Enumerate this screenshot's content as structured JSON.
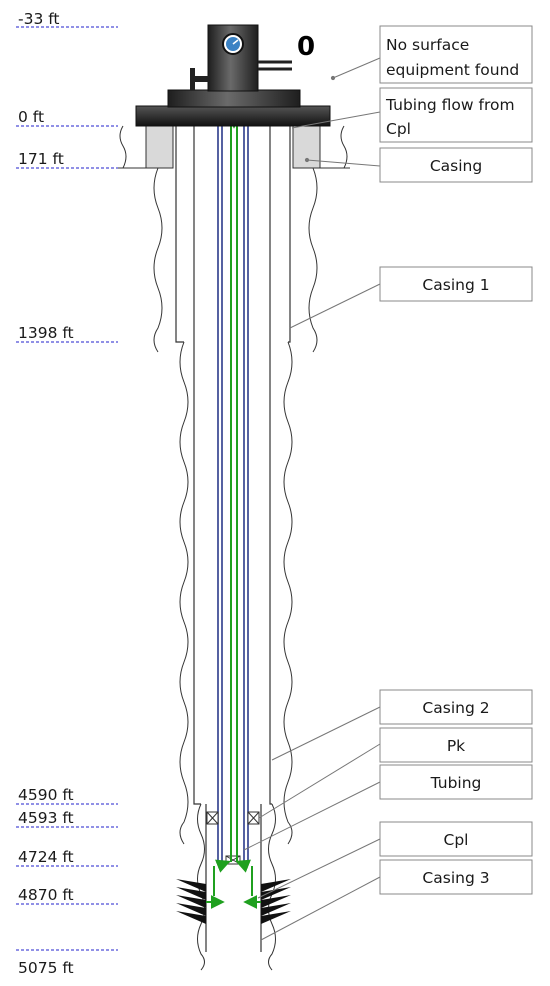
{
  "depth_labels": [
    {
      "depth_ft": -33,
      "label": "-33 ft"
    },
    {
      "depth_ft": 0,
      "label": "0 ft"
    },
    {
      "depth_ft": 171,
      "label": "171 ft"
    },
    {
      "depth_ft": 1398,
      "label": "1398 ft"
    },
    {
      "depth_ft": 4590,
      "label": "4590 ft"
    },
    {
      "depth_ft": 4593,
      "label": "4593 ft"
    },
    {
      "depth_ft": 4724,
      "label": "4724 ft"
    },
    {
      "depth_ft": 4870,
      "label": "4870 ft"
    },
    {
      "depth_ft": 5075,
      "label": "5075 ft"
    }
  ],
  "callouts": {
    "surface": {
      "lines": [
        "No surface",
        "equipment found"
      ]
    },
    "tubing_flow": {
      "lines": [
        "Tubing flow from",
        "Cpl"
      ]
    },
    "casing": {
      "lines": [
        "Casing"
      ]
    },
    "casing_1": {
      "lines": [
        "Casing 1"
      ]
    },
    "casing_2": {
      "lines": [
        "Casing 2"
      ]
    },
    "packer": {
      "lines": [
        "Pk"
      ]
    },
    "tubing": {
      "lines": [
        "Tubing"
      ]
    },
    "coupling": {
      "lines": [
        "Cpl"
      ]
    },
    "casing_3": {
      "lines": [
        "Casing 3"
      ]
    }
  },
  "wellhead_pressure": "0",
  "colors": {
    "tubing_line": "#2b3a8a",
    "flow_arrow": "#1fa01f",
    "depth_underline": "#2222cc",
    "casing_fill": "#d9d9d9",
    "wellhead_dark": "#2f2f2f"
  }
}
